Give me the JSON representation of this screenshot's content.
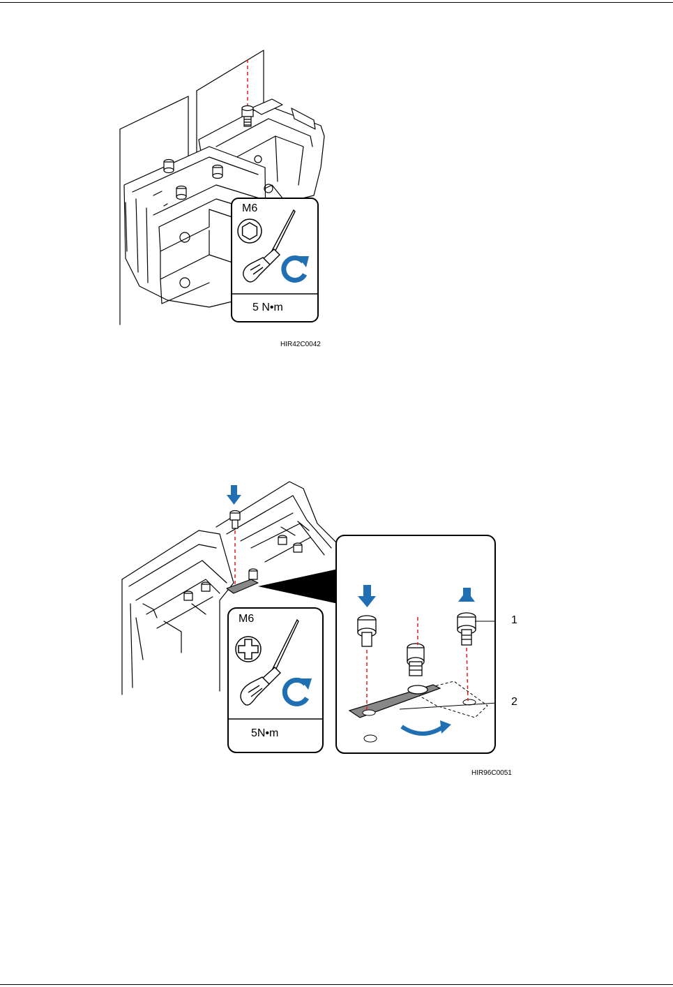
{
  "figure1": {
    "tool_size": "M6",
    "torque": "5 N•m",
    "code": "HIR42C0042"
  },
  "figure2": {
    "tool_size": "M6",
    "torque": "5N•m",
    "code": "HIR96C0051",
    "callouts": [
      "1",
      "2"
    ]
  }
}
